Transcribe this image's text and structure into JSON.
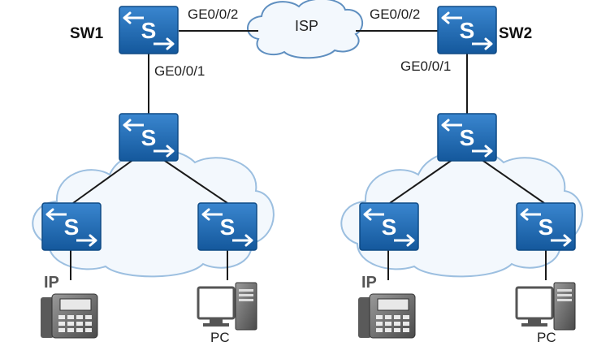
{
  "diagram": {
    "left": {
      "core_label": "SW1",
      "uplink_port": "GE0/0/2",
      "downlink_port": "GE0/0/1",
      "ip_phone_label": "IP",
      "pc_label": "PC"
    },
    "right": {
      "core_label": "SW2",
      "uplink_port": "GE0/0/2",
      "downlink_port": "GE0/0/1",
      "ip_phone_label": "IP",
      "pc_label": "PC"
    },
    "isp_label": "ISP",
    "switch_glyph": "S",
    "colors": {
      "switch_face": "#1e6bb8",
      "switch_face_dark": "#124f8f",
      "switch_top": "#5a9ad8",
      "cloud_fill": "#f2f7fc",
      "cloud_stroke": "#8fb4d9",
      "line": "#1a1a1a",
      "device_gray": "#6b6b6b"
    },
    "icons": [
      "switch-icon",
      "cloud-icon",
      "ip-phone-icon",
      "pc-icon"
    ]
  }
}
